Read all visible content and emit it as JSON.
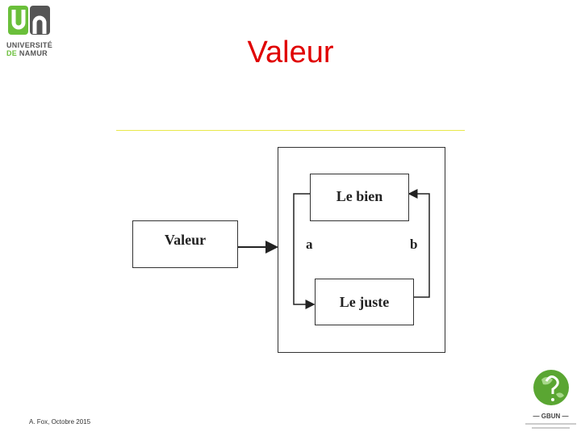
{
  "slide": {
    "title": "Valeur",
    "footer": "A. Fox,  Octobre 2015"
  },
  "logo": {
    "text_line1": "UNIVERSITÉ",
    "text_line2_a": "DE",
    "text_line2_b": "NAMUR",
    "green": "#6abf3a",
    "gray": "#555555"
  },
  "gbun_logo": {
    "name": "GBUN",
    "color": "#5aa632"
  },
  "diagram": {
    "source": "Valeur",
    "top": "Le bien",
    "bottom": "Le juste",
    "left_label": "a",
    "right_label": "b"
  },
  "colors": {
    "title": "#e00000",
    "rule": "#e8e84a"
  }
}
